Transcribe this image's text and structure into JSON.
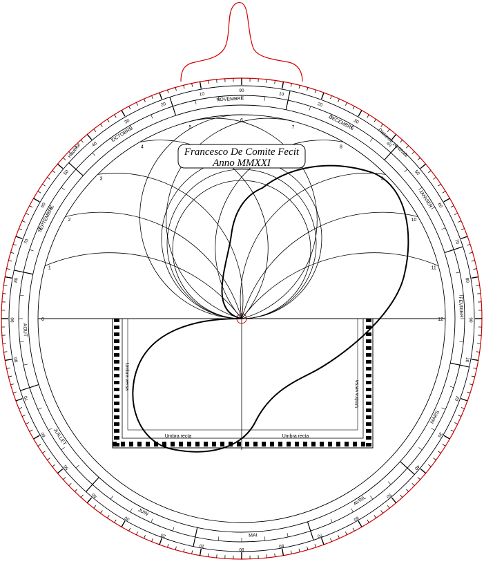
{
  "colors": {
    "ink": "#000000",
    "accent": "#d40000",
    "paper": "#ffffff"
  },
  "signature": {
    "line1": "Francesco De Comite Fecit",
    "line2": "Anno MMXXI"
  },
  "months": [
    "JANVIER",
    "FEVRIER",
    "MARS",
    "AVRIL",
    "MAI",
    "JUIN",
    "JUILLET",
    "AOUT",
    "SEPTEMBRE",
    "OCTOBRE",
    "NOVEMBRE",
    "DECEMBRE"
  ],
  "hours": [
    "0",
    "1",
    "2",
    "3",
    "4",
    "5",
    "6",
    "7",
    "8",
    "9",
    "10",
    "11",
    "12"
  ],
  "outer_scale_labels": [
    "10",
    "20",
    "30",
    "40",
    "50",
    "60",
    "70",
    "80",
    "90"
  ],
  "scale_labels": {
    "hauteur": "Hauteur",
    "distance_zenithale": "Distance zénithale"
  },
  "square": {
    "umbra_recta": "Umbra recta",
    "umbra_versa": "Umbra versa"
  }
}
